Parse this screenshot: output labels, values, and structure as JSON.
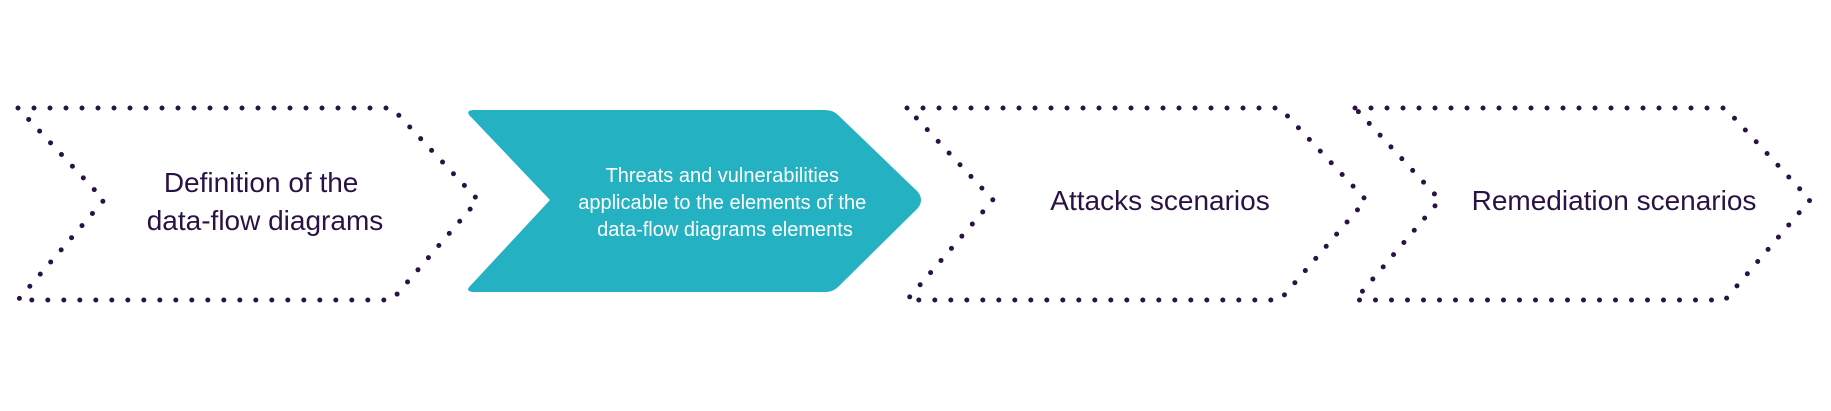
{
  "diagram": {
    "type": "process-flow",
    "colors": {
      "dots": "#2a1245",
      "highlight_fill": "#24b1c1",
      "text_dark": "#2a1245",
      "text_light": "#ffffff"
    },
    "steps": [
      {
        "lines": [
          "Definition of the",
          "data-flow diagrams"
        ],
        "highlighted": false
      },
      {
        "lines": [
          "Threats and vulnerabilities",
          "applicable to the elements of the",
          "data-flow diagrams elements"
        ],
        "highlighted": true
      },
      {
        "lines": [
          "Attacks scenarios"
        ],
        "highlighted": false
      },
      {
        "lines": [
          "Remediation scenarios"
        ],
        "highlighted": false
      }
    ]
  }
}
